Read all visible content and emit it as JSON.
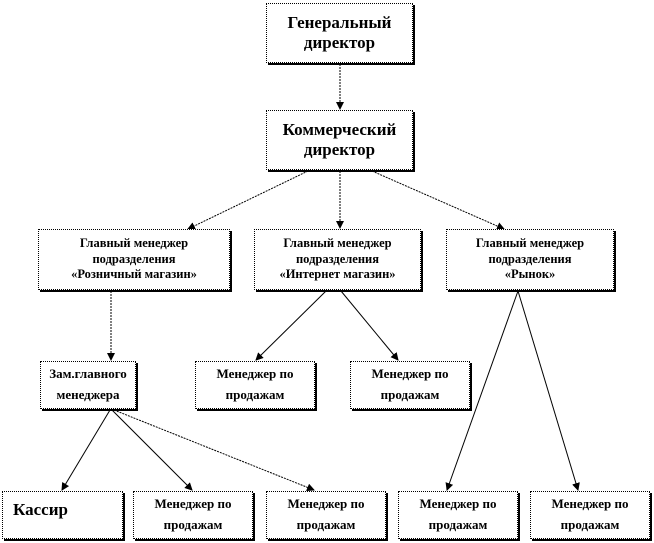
{
  "diagram": {
    "nodes": {
      "general_director": "Генеральный\nдиректор",
      "commercial_director": "Коммерческий\nдиректор",
      "retail_head": "Главный менеджер\nподразделения\n«Розничный  магазин»",
      "internet_head": "Главный менеджер\nподразделения\n«Интернет магазин»",
      "market_head": "Главный менеджер\nподразделения\n«Рынок»",
      "deputy_head": "Зам.главного\nменеджера",
      "internet_sales_1": "Менеджер по\nпродажам",
      "internet_sales_2": "Менеджер по\nпродажам",
      "cashier": "Кассир",
      "retail_sales_1": "Менеджер по\nпродажам",
      "retail_sales_2": "Менеджер по\nпродажам",
      "market_sales_1": "Менеджер по\nпродажам",
      "market_sales_2": "Менеджер по\nпродажам"
    }
  }
}
